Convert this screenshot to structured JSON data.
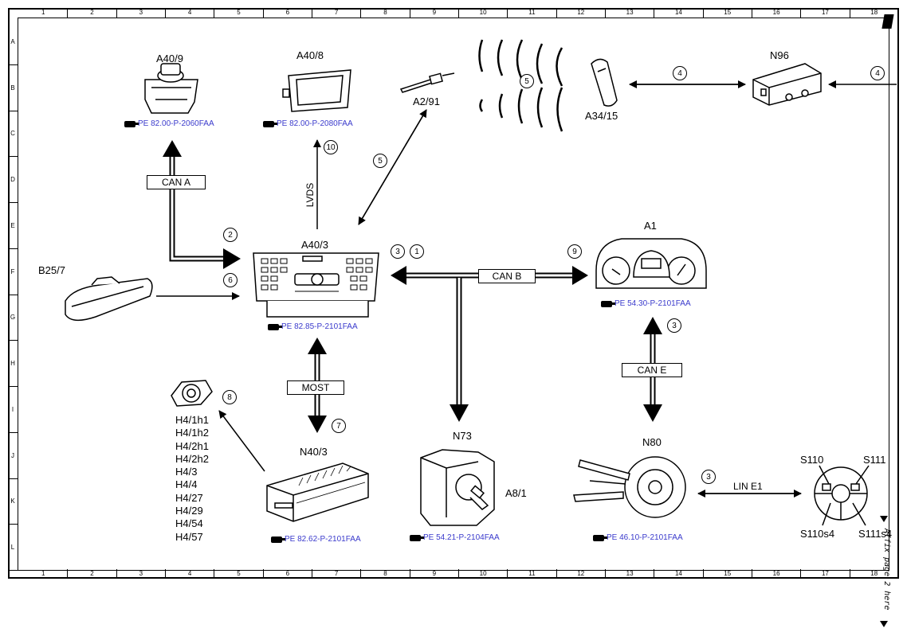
{
  "ruler": {
    "columns": [
      "1",
      "2",
      "3",
      "4",
      "5",
      "6",
      "7",
      "8",
      "9",
      "10",
      "11",
      "12",
      "13",
      "14",
      "15",
      "16",
      "17",
      "18"
    ],
    "rows": [
      "A",
      "B",
      "C",
      "D",
      "E",
      "F",
      "G",
      "H",
      "I",
      "J",
      "K",
      "L"
    ]
  },
  "components": {
    "a40_9": "A40/9",
    "a40_8": "A40/8",
    "a2_91": "A2/91",
    "a34_15": "A34/15",
    "n96": "N96",
    "a40_3": "A40/3",
    "a1": "A1",
    "b25_7": "B25/7",
    "n73": "N73",
    "a8_1": "A8/1",
    "n80": "N80",
    "n40_3": "N40/3",
    "s110": "S110",
    "s111": "S111",
    "s110s4": "S110s4",
    "s111s4": "S111s4"
  },
  "speakers": [
    "H4/1h1",
    "H4/1h2",
    "H4/2h1",
    "H4/2h2",
    "H4/3",
    "H4/4",
    "H4/27",
    "H4/29",
    "H4/54",
    "H4/57"
  ],
  "refs": {
    "a40_9": "PE 82.00-P-2060FAA",
    "a40_8": "PE 82.00-P-2080FAA",
    "a40_3": "PE 82.85-P-2101FAA",
    "a1": "PE 54.30-P-2101FAA",
    "n40_3": "PE 82.62-P-2101FAA",
    "n73": "PE 54.21-P-2104FAA",
    "n80": "PE 46.10-P-2101FAA"
  },
  "buses": {
    "can_a": "CAN A",
    "can_b": "CAN B",
    "can_e": "CAN E",
    "most": "MOST",
    "lvds": "LVDS",
    "lin_e1": "LIN E1"
  },
  "numbers": {
    "n2": "2",
    "n4a": "4",
    "n4b": "4",
    "n5a": "5",
    "n5b": "5",
    "n10": "10",
    "n3a": "3",
    "n1": "1",
    "n9": "9",
    "n6": "6",
    "n3b": "3",
    "n8": "8",
    "n7": "7",
    "n3c": "3"
  },
  "side_note": "Affix page 2 here",
  "colors": {
    "ref_link": "#3a3acc",
    "line": "#000000"
  }
}
